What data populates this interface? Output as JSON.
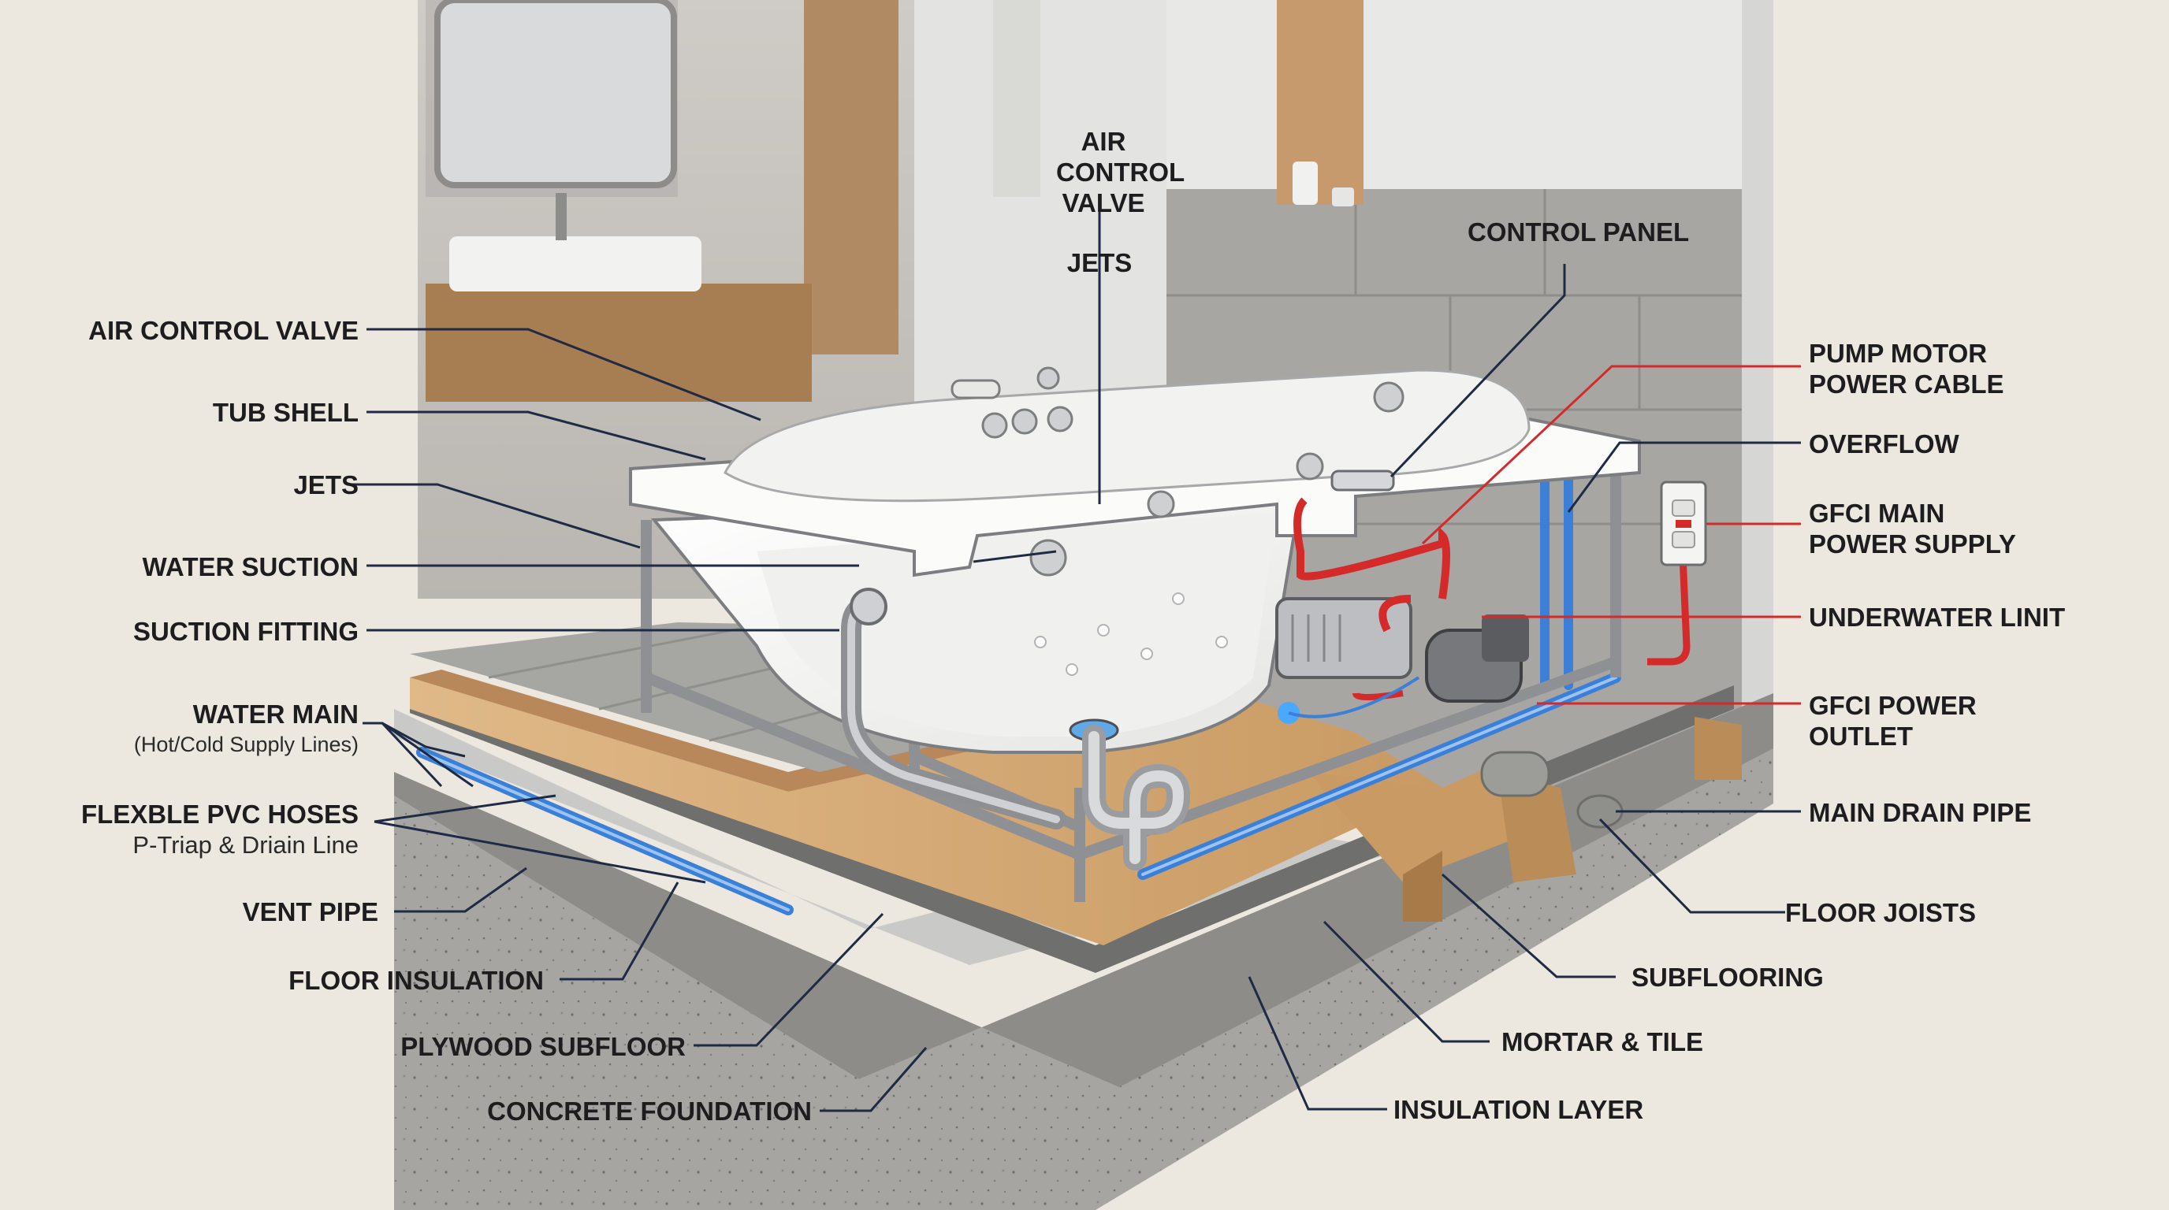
{
  "labels": {
    "air_control_valve_top_line1": "AIR",
    "air_control_valve_top_line2": "CONTROL",
    "air_control_valve_top_line3": "VALVE",
    "jets_top": "JETS",
    "control_panel": "CONTROL PANEL",
    "air_control_valve": "AIR CONTROL VALVE",
    "tub_shell": "TUB SHELL",
    "jets": "JETS",
    "water_suction": "WATER SUCTION",
    "suction_fitting": "SUCTION FITTING",
    "water_main": "WATER MAIN",
    "water_main_sub": "(Hot/Cold Supply Lines)",
    "flexible_pvc_hoses": "FLEXBLE PVC HOSES",
    "flexible_pvc_hoses_sub": "P-Triap & Driain Line",
    "vent_pipe": "VENT PIPE",
    "floor_insulation": "FLOOR INSULATION",
    "plywood_subfloor": "PLYWOOD SUBFLOOR",
    "concrete_foundation": "CONCRETE FOUNDATION",
    "pump_motor_power_cable_line1": "PUMP MOTOR",
    "pump_motor_power_cable_line2": "POWER CABLE",
    "overflow": "OVERFLOW",
    "gfci_main_power_supply_line1": "GFCI MAIN",
    "gfci_main_power_supply_line2": "POWER SUPPLY",
    "underwater_unit": "UNDERWATER LINIT",
    "gfci_power_outlet_line1": "GFCI POWER",
    "gfci_power_outlet_line2": "OUTLET",
    "main_drain_pipe": "MAIN DRAIN PIPE",
    "floor_joists": "FLOOR JOISTS",
    "subflooring": "SUBFLOORING",
    "mortar_tile": "MORTAR & TILE",
    "insulation_layer": "INSULATION LAYER"
  },
  "colors": {
    "background": "#ece7df",
    "leader_dark": "#1f2a44",
    "leader_red": "#d42a2a",
    "water_pipe_blue": "#3b7fd6",
    "wood": "#d9b07c",
    "concrete": "#a9a9a7",
    "tub_white": "#f7f7f5"
  }
}
